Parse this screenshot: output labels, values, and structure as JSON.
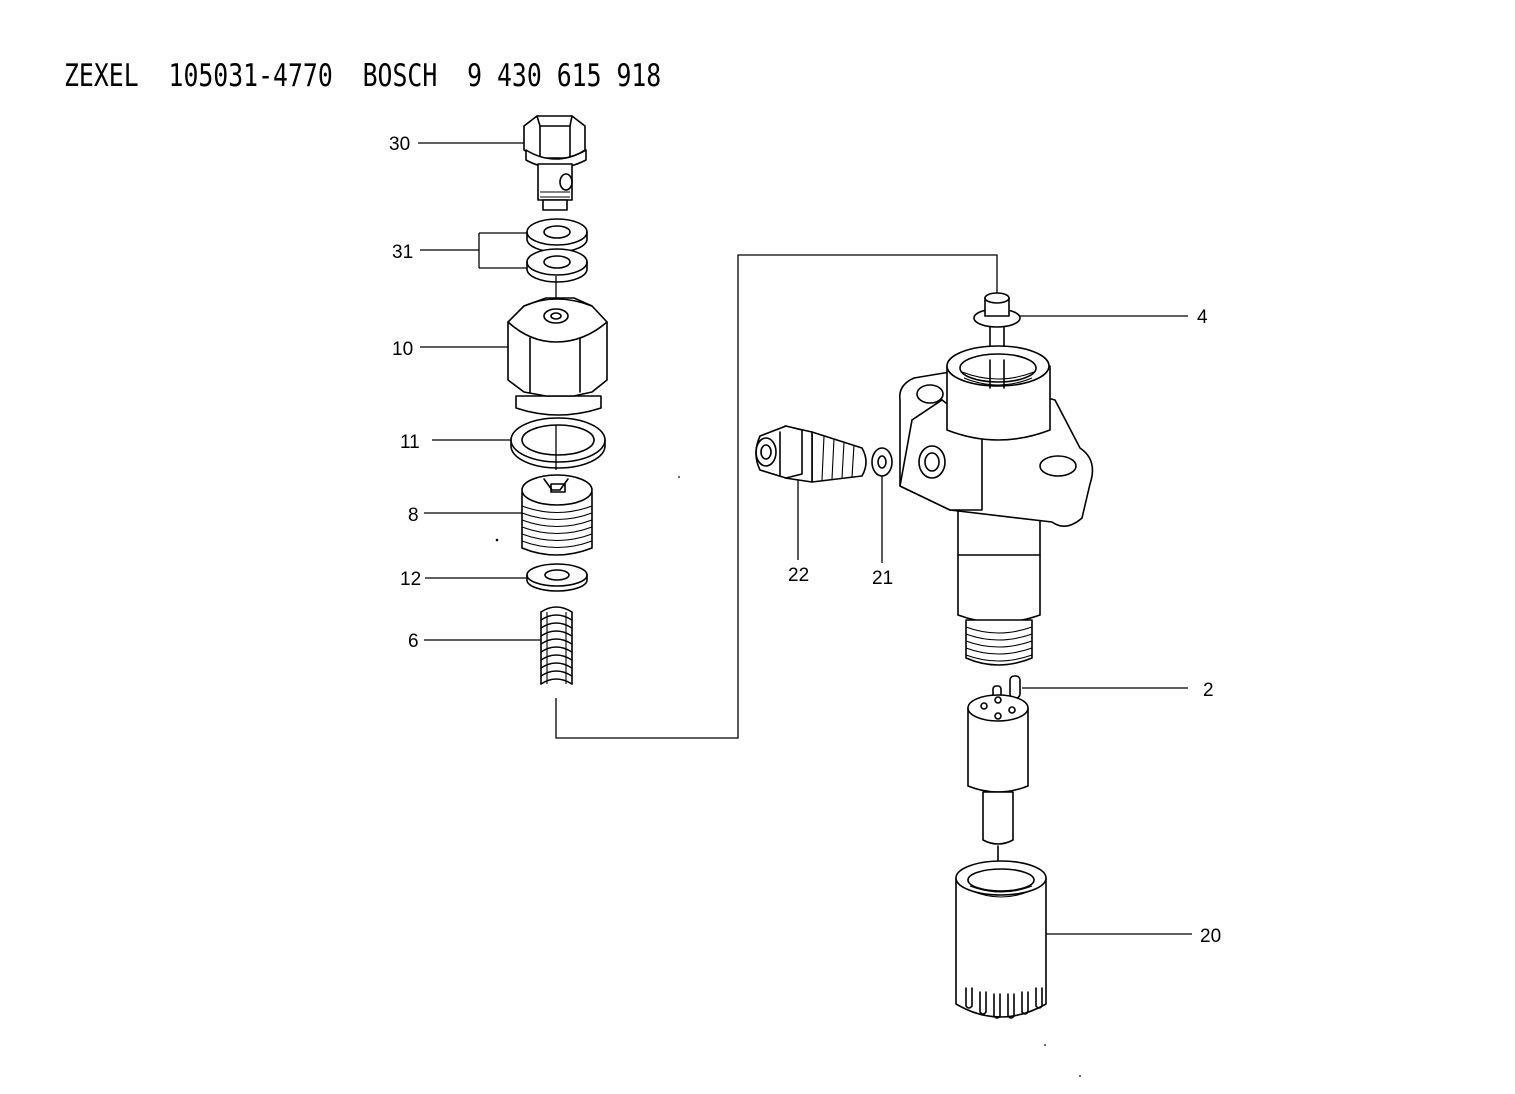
{
  "title": "ZEXEL  105031-4770  BOSCH  9 430 615 918",
  "callouts": {
    "p30": "30",
    "p31": "31",
    "p10": "10",
    "p11": "11",
    "p8": "8",
    "p12": "12",
    "p6": "6",
    "p4": "4",
    "p22": "22",
    "p21": "21",
    "p2": "2",
    "p20": "20"
  }
}
